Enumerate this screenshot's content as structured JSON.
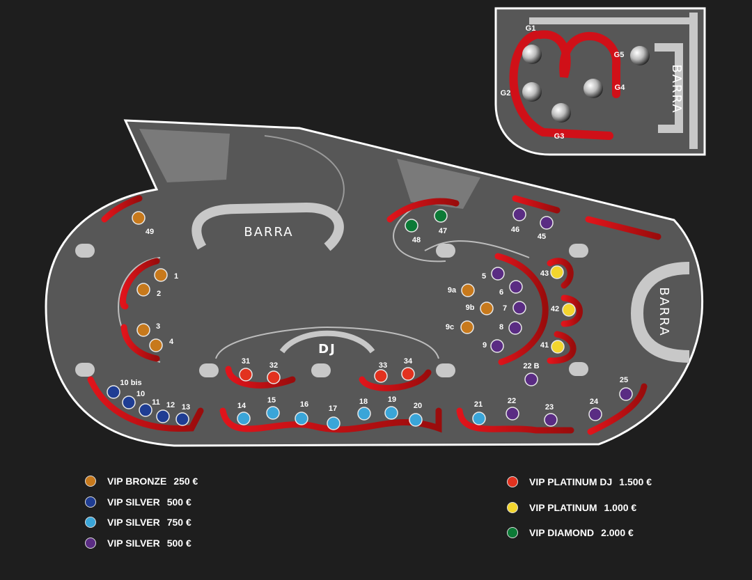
{
  "areas": {
    "barra_main": "BARRA",
    "barra_right": "BARRA",
    "barra_vip": "BARRA",
    "dj": "DJ"
  },
  "categories": {
    "bronze": {
      "name": "VIP BRONZE",
      "price": "250 €",
      "color": "#c7791c"
    },
    "silver_dark": {
      "name": "VIP SILVER",
      "price": "500 €",
      "color": "#1f3d93"
    },
    "silver_light": {
      "name": "VIP SILVER",
      "price": "750 €",
      "color": "#3aa5d8"
    },
    "silver_purple": {
      "name": "VIP SILVER",
      "price": "500 €",
      "color": "#5a2c83"
    },
    "platinum_dj": {
      "name": "VIP PLATINUM DJ",
      "price": "1.500 €",
      "color": "#e2321f"
    },
    "platinum": {
      "name": "VIP PLATINUM",
      "price": "1.000 €",
      "color": "#f3d52e"
    },
    "diamond": {
      "name": "VIP DIAMOND",
      "price": "2.000 €",
      "color": "#0c7a36"
    }
  },
  "legend_order": [
    "bronze",
    "silver_dark",
    "silver_light",
    "silver_purple",
    "platinum_dj",
    "platinum",
    "diamond"
  ],
  "tables": [
    {
      "id": "49",
      "cat": "bronze"
    },
    {
      "id": "1",
      "cat": "bronze"
    },
    {
      "id": "2",
      "cat": "bronze"
    },
    {
      "id": "3",
      "cat": "bronze"
    },
    {
      "id": "4",
      "cat": "bronze"
    },
    {
      "id": "9a",
      "cat": "bronze"
    },
    {
      "id": "9b",
      "cat": "bronze"
    },
    {
      "id": "9c",
      "cat": "bronze"
    },
    {
      "id": "10 bis",
      "cat": "silver_dark"
    },
    {
      "id": "10",
      "cat": "silver_dark"
    },
    {
      "id": "11",
      "cat": "silver_dark"
    },
    {
      "id": "12",
      "cat": "silver_dark"
    },
    {
      "id": "13",
      "cat": "silver_dark"
    },
    {
      "id": "14",
      "cat": "silver_light"
    },
    {
      "id": "15",
      "cat": "silver_light"
    },
    {
      "id": "16",
      "cat": "silver_light"
    },
    {
      "id": "17",
      "cat": "silver_light"
    },
    {
      "id": "18",
      "cat": "silver_light"
    },
    {
      "id": "19",
      "cat": "silver_light"
    },
    {
      "id": "20",
      "cat": "silver_light"
    },
    {
      "id": "21",
      "cat": "silver_light"
    },
    {
      "id": "5",
      "cat": "silver_purple"
    },
    {
      "id": "6",
      "cat": "silver_purple"
    },
    {
      "id": "7",
      "cat": "silver_purple"
    },
    {
      "id": "8",
      "cat": "silver_purple"
    },
    {
      "id": "9",
      "cat": "silver_purple"
    },
    {
      "id": "22",
      "cat": "silver_purple"
    },
    {
      "id": "22 B",
      "cat": "silver_purple"
    },
    {
      "id": "23",
      "cat": "silver_purple"
    },
    {
      "id": "24",
      "cat": "silver_purple"
    },
    {
      "id": "25",
      "cat": "silver_purple"
    },
    {
      "id": "45",
      "cat": "silver_purple"
    },
    {
      "id": "46",
      "cat": "silver_purple"
    },
    {
      "id": "31",
      "cat": "platinum_dj"
    },
    {
      "id": "32",
      "cat": "platinum_dj"
    },
    {
      "id": "33",
      "cat": "platinum_dj"
    },
    {
      "id": "34",
      "cat": "platinum_dj"
    },
    {
      "id": "41",
      "cat": "platinum"
    },
    {
      "id": "42",
      "cat": "platinum"
    },
    {
      "id": "43",
      "cat": "platinum"
    },
    {
      "id": "47",
      "cat": "diamond"
    },
    {
      "id": "48",
      "cat": "diamond"
    }
  ],
  "vip_room": [
    "G1",
    "G2",
    "G3",
    "G4",
    "G5"
  ]
}
